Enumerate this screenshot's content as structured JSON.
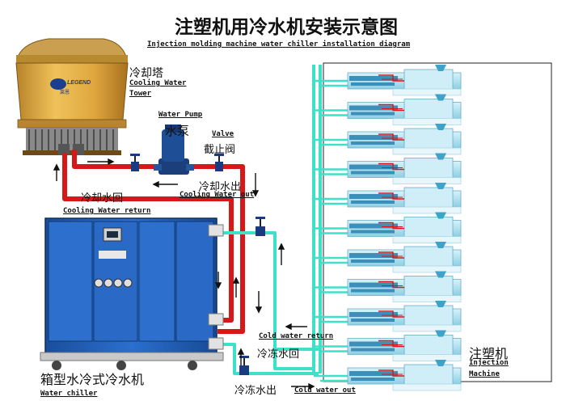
{
  "title": "注塑机用冷水机安装示意图",
  "subtitle": "Injection molding machine water chiller installation diagram",
  "labels": {
    "tower_cn": "冷却塔",
    "tower_en_1": "Cooling Water",
    "tower_en_2": "Tower",
    "tower_brand": "LEGEND",
    "tower_brand_cn": "莱恩",
    "pump_en": "Water Pump",
    "pump_cn": "水泵",
    "valve_en": "Valve",
    "valve_cn": "截止阀",
    "cw_out_cn": "冷却水出",
    "cw_out_en": "Cooling Water out",
    "cw_return_cn": "冷却水回",
    "cw_return_en": "Cooling Water return",
    "chiller_cn": "箱型水冷式冷水机",
    "chiller_en": "Water chiller",
    "cold_return_en": "Cold water return",
    "cold_return_cn": "冷冻水回",
    "cold_out_cn": "冷冻水出",
    "cold_out_en": "Cold water out",
    "machine_cn": "注塑机",
    "machine_en_1": "Injection",
    "machine_en_2": "Machine"
  },
  "colors": {
    "hot_pipe": "#d81818",
    "cold_pipe": "#3fe0c8",
    "chiller_body": "#1f5fb8",
    "tower_body": "#d9a63a",
    "machine_body": "#a9dcec",
    "pump_body": "#1a3f7a"
  },
  "machine_count": 11
}
